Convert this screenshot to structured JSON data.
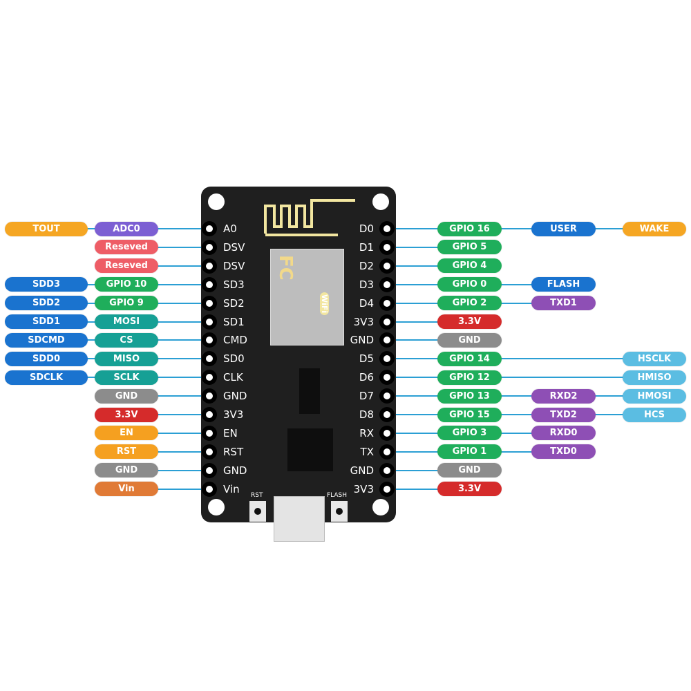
{
  "colors": {
    "line": "#2b9fd4",
    "board": "#1f1f1f",
    "antenna": "#f2e6a0"
  },
  "board": {
    "rst_label": "RST",
    "flash_label": "FLASH",
    "module_logo": "FC",
    "wifi_logo": "WiFi"
  },
  "left": [
    {
      "pin": "A0",
      "labels": [
        {
          "text": "ADC0",
          "color": "#7c5fd3"
        },
        {
          "text": "TOUT",
          "color": "#f5a623"
        }
      ]
    },
    {
      "pin": "DSV",
      "labels": [
        {
          "text": "Reseved",
          "color": "#ee5d66"
        }
      ]
    },
    {
      "pin": "DSV",
      "labels": [
        {
          "text": "Reseved",
          "color": "#ee5d66"
        }
      ]
    },
    {
      "pin": "SD3",
      "labels": [
        {
          "text": "GPIO 10",
          "color": "#1fae5b"
        },
        {
          "text": "SDD3",
          "color": "#1a73cf"
        }
      ]
    },
    {
      "pin": "SD2",
      "labels": [
        {
          "text": "GPIO 9",
          "color": "#1fae5b"
        },
        {
          "text": "SDD2",
          "color": "#1a73cf"
        }
      ]
    },
    {
      "pin": "SD1",
      "labels": [
        {
          "text": "MOSI",
          "color": "#16a095"
        },
        {
          "text": "SDD1",
          "color": "#1a73cf"
        }
      ]
    },
    {
      "pin": "CMD",
      "labels": [
        {
          "text": "CS",
          "color": "#16a095"
        },
        {
          "text": "SDCMD",
          "color": "#1a73cf"
        }
      ]
    },
    {
      "pin": "SD0",
      "labels": [
        {
          "text": "MISO",
          "color": "#16a095"
        },
        {
          "text": "SDD0",
          "color": "#1a73cf"
        }
      ]
    },
    {
      "pin": "CLK",
      "labels": [
        {
          "text": "SCLK",
          "color": "#16a095"
        },
        {
          "text": "SDCLK",
          "color": "#1a73cf"
        }
      ]
    },
    {
      "pin": "GND",
      "labels": [
        {
          "text": "GND",
          "color": "#8c8c8c"
        }
      ]
    },
    {
      "pin": "3V3",
      "labels": [
        {
          "text": "3.3V",
          "color": "#d52b2b"
        }
      ]
    },
    {
      "pin": "EN",
      "labels": [
        {
          "text": "EN",
          "color": "#f5a020"
        }
      ]
    },
    {
      "pin": "RST",
      "labels": [
        {
          "text": "RST",
          "color": "#f5a020"
        }
      ]
    },
    {
      "pin": "GND",
      "labels": [
        {
          "text": "GND",
          "color": "#8c8c8c"
        }
      ]
    },
    {
      "pin": "Vin",
      "labels": [
        {
          "text": "Vin",
          "color": "#e07a36"
        }
      ]
    }
  ],
  "right": [
    {
      "pin": "D0",
      "labels": [
        {
          "text": "GPIO 16",
          "color": "#1fae5b"
        },
        {
          "text": "USER",
          "color": "#1a73cf"
        },
        {
          "text": "WAKE",
          "color": "#f5a623"
        }
      ]
    },
    {
      "pin": "D1",
      "labels": [
        {
          "text": "GPIO 5",
          "color": "#1fae5b"
        }
      ]
    },
    {
      "pin": "D2",
      "labels": [
        {
          "text": "GPIO 4",
          "color": "#1fae5b"
        }
      ]
    },
    {
      "pin": "D3",
      "labels": [
        {
          "text": "GPIO 0",
          "color": "#1fae5b"
        },
        {
          "text": "FLASH",
          "color": "#1a73cf"
        }
      ]
    },
    {
      "pin": "D4",
      "labels": [
        {
          "text": "GPIO 2",
          "color": "#1fae5b"
        },
        {
          "text": "TXD1",
          "color": "#8e4fb5"
        }
      ]
    },
    {
      "pin": "3V3",
      "labels": [
        {
          "text": "3.3V",
          "color": "#d52b2b"
        }
      ]
    },
    {
      "pin": "GND",
      "labels": [
        {
          "text": "GND",
          "color": "#8c8c8c"
        }
      ]
    },
    {
      "pin": "D5",
      "labels": [
        {
          "text": "GPIO 14",
          "color": "#1fae5b"
        },
        null,
        {
          "text": "HSCLK",
          "color": "#5bbde2"
        }
      ]
    },
    {
      "pin": "D6",
      "labels": [
        {
          "text": "GPIO 12",
          "color": "#1fae5b"
        },
        null,
        {
          "text": "HMISO",
          "color": "#5bbde2"
        }
      ]
    },
    {
      "pin": "D7",
      "labels": [
        {
          "text": "GPIO 13",
          "color": "#1fae5b"
        },
        {
          "text": "RXD2",
          "color": "#8e4fb5"
        },
        {
          "text": "HMOSI",
          "color": "#5bbde2"
        }
      ]
    },
    {
      "pin": "D8",
      "labels": [
        {
          "text": "GPIO 15",
          "color": "#1fae5b"
        },
        {
          "text": "TXD2",
          "color": "#8e4fb5"
        },
        {
          "text": "HCS",
          "color": "#5bbde2"
        }
      ]
    },
    {
      "pin": "RX",
      "labels": [
        {
          "text": "GPIO 3",
          "color": "#1fae5b"
        },
        {
          "text": "RXD0",
          "color": "#8e4fb5"
        }
      ]
    },
    {
      "pin": "TX",
      "labels": [
        {
          "text": "GPIO 1",
          "color": "#1fae5b"
        },
        {
          "text": "TXD0",
          "color": "#8e4fb5"
        }
      ]
    },
    {
      "pin": "GND",
      "labels": [
        {
          "text": "GND",
          "color": "#8c8c8c"
        }
      ]
    },
    {
      "pin": "3V3",
      "labels": [
        {
          "text": "3.3V",
          "color": "#d52b2b"
        }
      ]
    }
  ]
}
